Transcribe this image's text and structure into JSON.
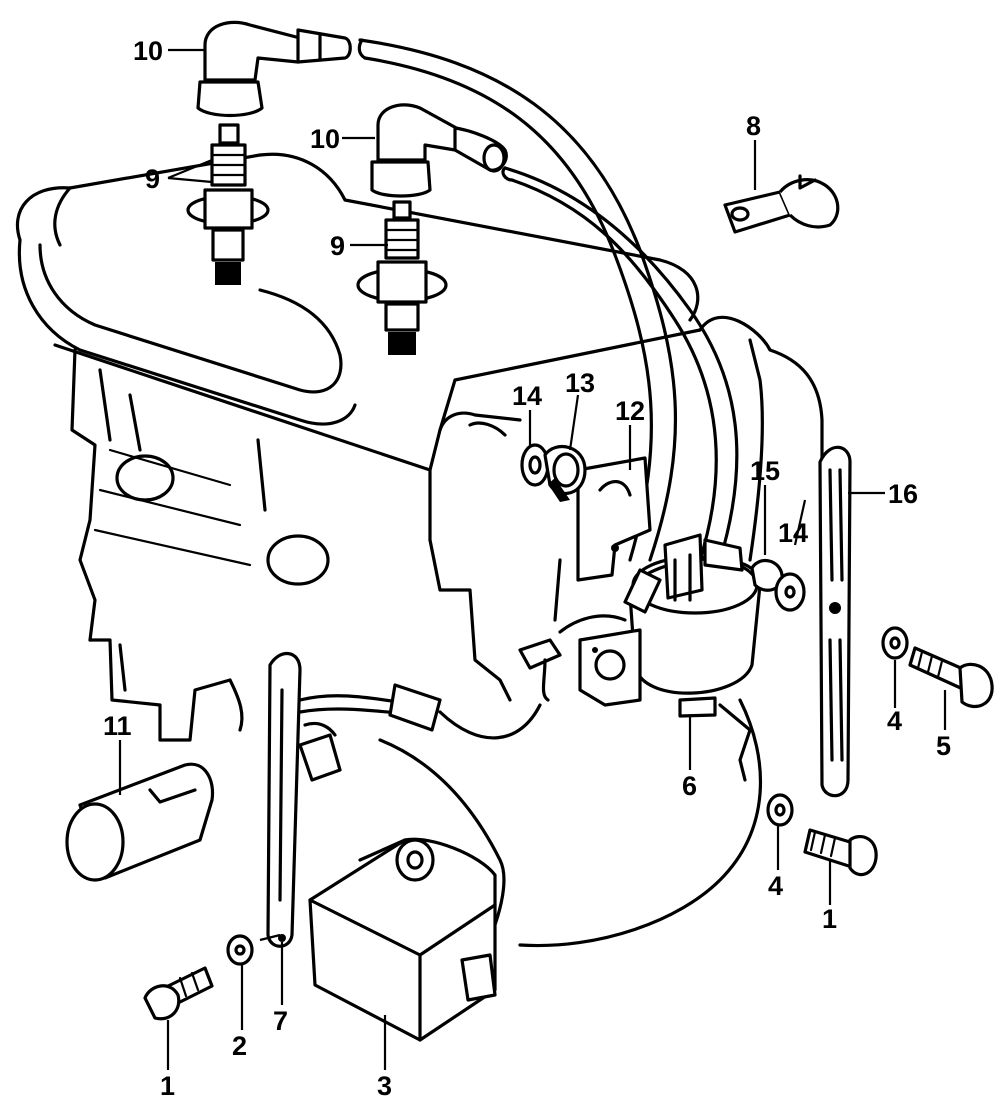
{
  "callouts": {
    "c10a": "10",
    "c10b": "10",
    "c9a": "9",
    "c9b": "9",
    "c8": "8",
    "c14a": "14",
    "c13": "13",
    "c12": "12",
    "c15": "15",
    "c14b": "14",
    "c16": "16",
    "c11": "11",
    "c4a": "4",
    "c5": "5",
    "c6": "6",
    "c4b": "4",
    "c1a": "1",
    "c2": "2",
    "c7": "7",
    "c1b": "1",
    "c3": "3"
  }
}
